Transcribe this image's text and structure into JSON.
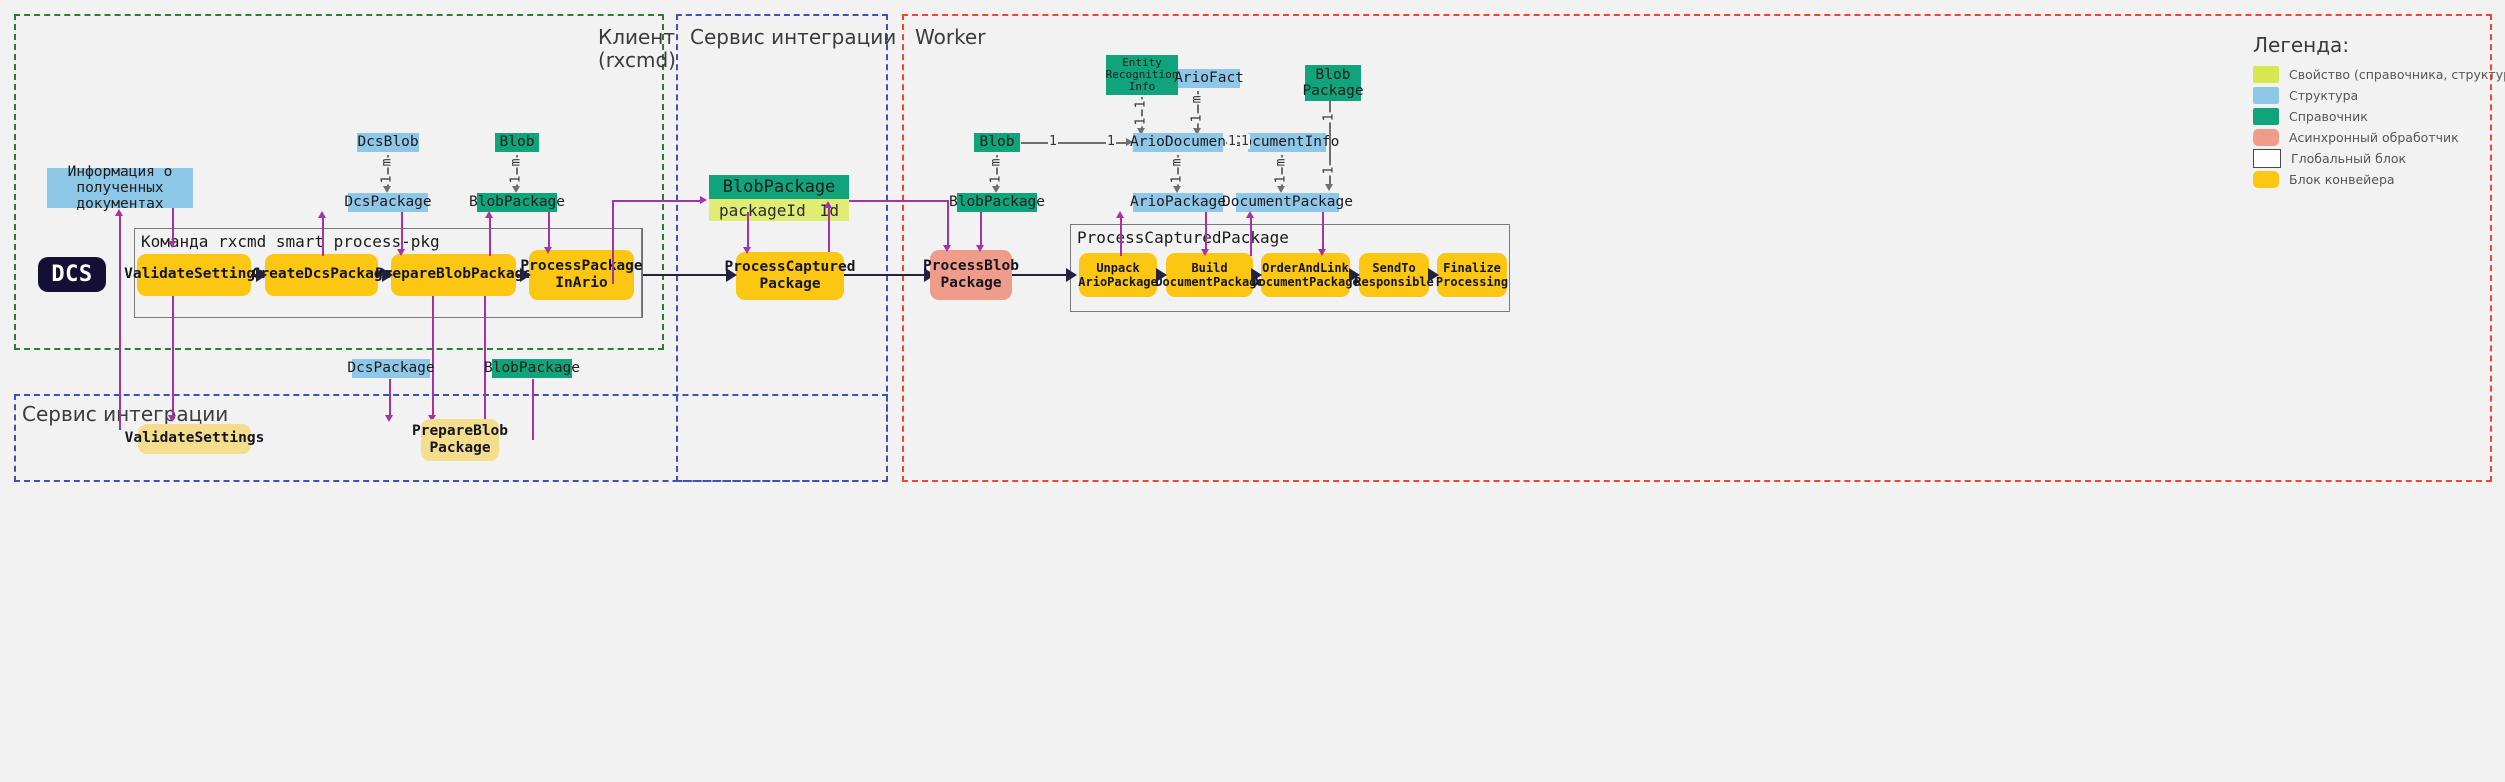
{
  "zones": {
    "client": {
      "label": "Клиент\n(rxcmd)"
    },
    "integration_top": {
      "label": "Сервис интеграции"
    },
    "integration_bottom": {
      "label": "Сервис интеграции"
    },
    "worker": {
      "label": "Worker"
    }
  },
  "groups": {
    "rxcmd_command": {
      "title": "Команда rxcmd smart process-pkg"
    },
    "process_captured_package": {
      "title": "ProcessCapturedPackage"
    }
  },
  "entities": {
    "dcs_blob": "DcsBlob",
    "dcs_package": "DcsPackage",
    "blob": "Blob",
    "blob_package": "BlobPackage",
    "info_received_documents": "Информация о\nполученных документах",
    "blob_package_table": {
      "header": "BlobPackage",
      "field_name": "packageId",
      "field_type": "Id"
    },
    "worker_blob": "Blob",
    "worker_blob_package": "BlobPackage",
    "entity_recognition_info": "Entity\nRecognition\nInfo",
    "ario_fact": "ArioFact",
    "ario_document": "ArioDocumen",
    "document_info": "DocumentInfo",
    "ario_package": "ArioPackage",
    "document_package": "DocumentPackage",
    "blob_package_worker_top": "Blob\nPackage",
    "dcs_package_bottom": "DcsPackage",
    "blob_package_bottom": "BlobPackage"
  },
  "blocks": {
    "dcs": "DCS",
    "validate_settings": "ValidateSettings",
    "create_dcs_package": "CreateDcsPackage",
    "prepare_blob_package": "PrepareBlobPackage",
    "process_package_in_ario": "ProcessPackage\nInArio",
    "process_captured_package": "ProcessCaptured\nPackage",
    "process_blob_package": "ProcessBlob\nPackage",
    "unpack_ario_package": "Unpack\nArioPackage",
    "build_document_package": "Build\nDocumentPackage",
    "order_and_link_document_package": "OrderAndLink\nDocumentPackage",
    "send_to_responsible": "SendTo\nResponsible",
    "finalize_processing": "Finalize\nProcessing",
    "validate_settings_int": "ValidateSettings",
    "prepare_blob_package_int": "PrepareBlob\nPackage"
  },
  "cardinalities": {
    "m": "m",
    "one": "1"
  },
  "legend": {
    "title": "Легенда:",
    "items": [
      {
        "label": "Свойство (справочника, структуры)",
        "color": "#d6e84e",
        "shape": "square"
      },
      {
        "label": "Структура",
        "color": "#8ec7e8",
        "shape": "square"
      },
      {
        "label": "Справочник",
        "color": "#11a47c",
        "shape": "square"
      },
      {
        "label": "Асинхронный обработчик",
        "color": "#f09c8b",
        "shape": "rounded"
      },
      {
        "label": "Глобальный блок",
        "color": "#ffffff",
        "shape": "outline"
      },
      {
        "label": "Блок конвейера",
        "color": "#fbc713",
        "shape": "rounded"
      }
    ]
  },
  "colors": {
    "background": "#f2f2f2",
    "client_border": "#2e7d32",
    "integration_border": "#3f51b5",
    "worker_border": "#f4442e",
    "pipeline": "#fbc713",
    "pipeline_soft": "#f5dd8e",
    "async": "#f09c8b",
    "structure": "#8ec7e8",
    "reference": "#11a47c",
    "property": "#e0ec74",
    "dcs": "#140f35",
    "magenta_link": "#a633a6",
    "flow_arrow": "#22223a"
  }
}
